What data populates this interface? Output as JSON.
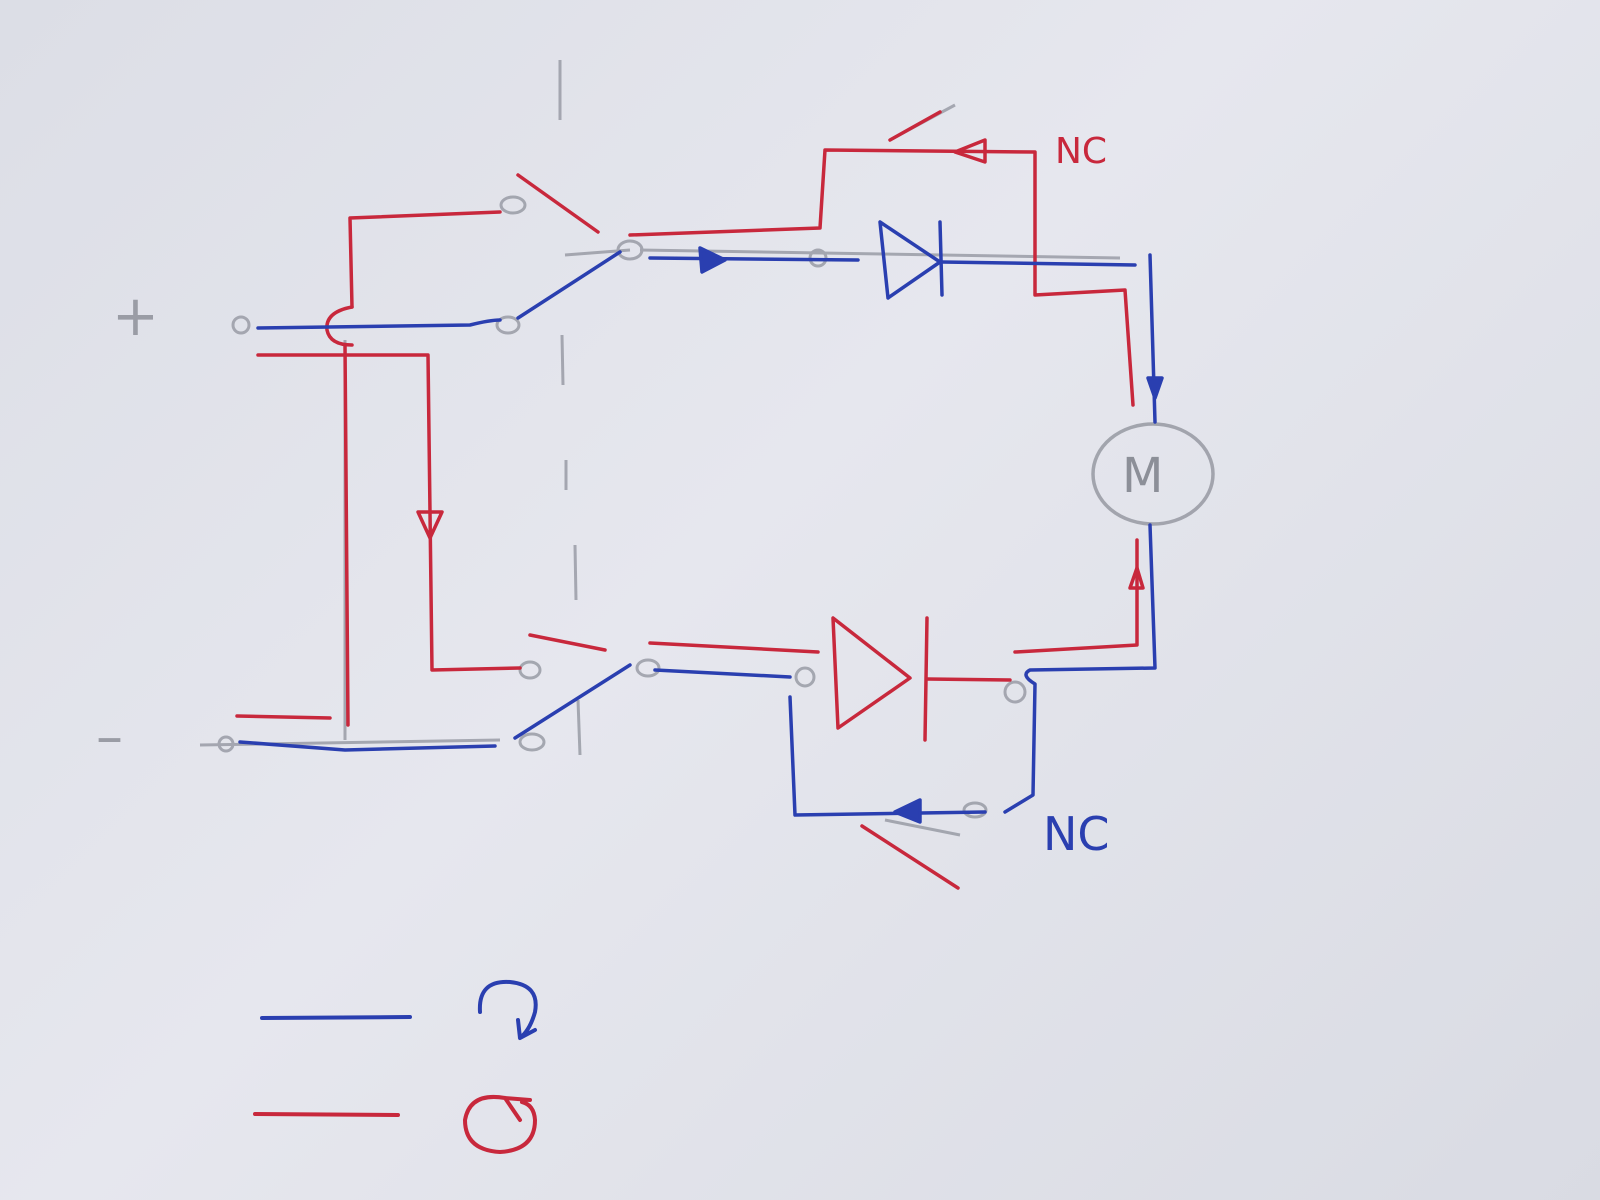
{
  "labels": {
    "plus": "+",
    "minus": "–",
    "motor": "M",
    "nc_top": "NC",
    "nc_bottom": "NC"
  },
  "colors": {
    "blue": "#2a3fb0",
    "red": "#c8283c",
    "pencil": "#8a8d96",
    "paper": "#dfe1e8"
  },
  "legend": [
    {
      "color": "blue",
      "icon": "clockwise-rotation-icon"
    },
    {
      "color": "red",
      "icon": "counterclockwise-rotation-icon"
    }
  ]
}
